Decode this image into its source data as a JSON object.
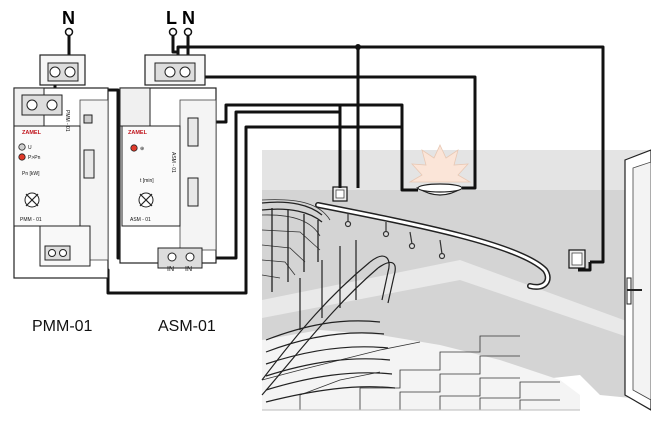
{
  "terminals": {
    "pmm_top": "N",
    "asm_top_left": "L",
    "asm_top_right": "N",
    "asm_bottom_left": "IN",
    "asm_bottom_right": "IN"
  },
  "devices": {
    "pmm": {
      "caption": "PMM-01",
      "brand": "ZAMEL",
      "led_u": "U",
      "led_p": "P>Pn",
      "knob_label": "Pn [kW]",
      "model": "PMM - 01",
      "side": "PMM - 01"
    },
    "asm": {
      "caption": "ASM-01",
      "brand": "ZAMEL",
      "knob_label": "t [min]",
      "model": "ASM - 01",
      "side": "ASM - 01"
    }
  },
  "colors": {
    "wire": "#111111",
    "wall": "#d2d2d2",
    "led_red": "#e03a2a",
    "brand_red": "#c0141c",
    "lamp_glow": "#fbe5d8"
  }
}
